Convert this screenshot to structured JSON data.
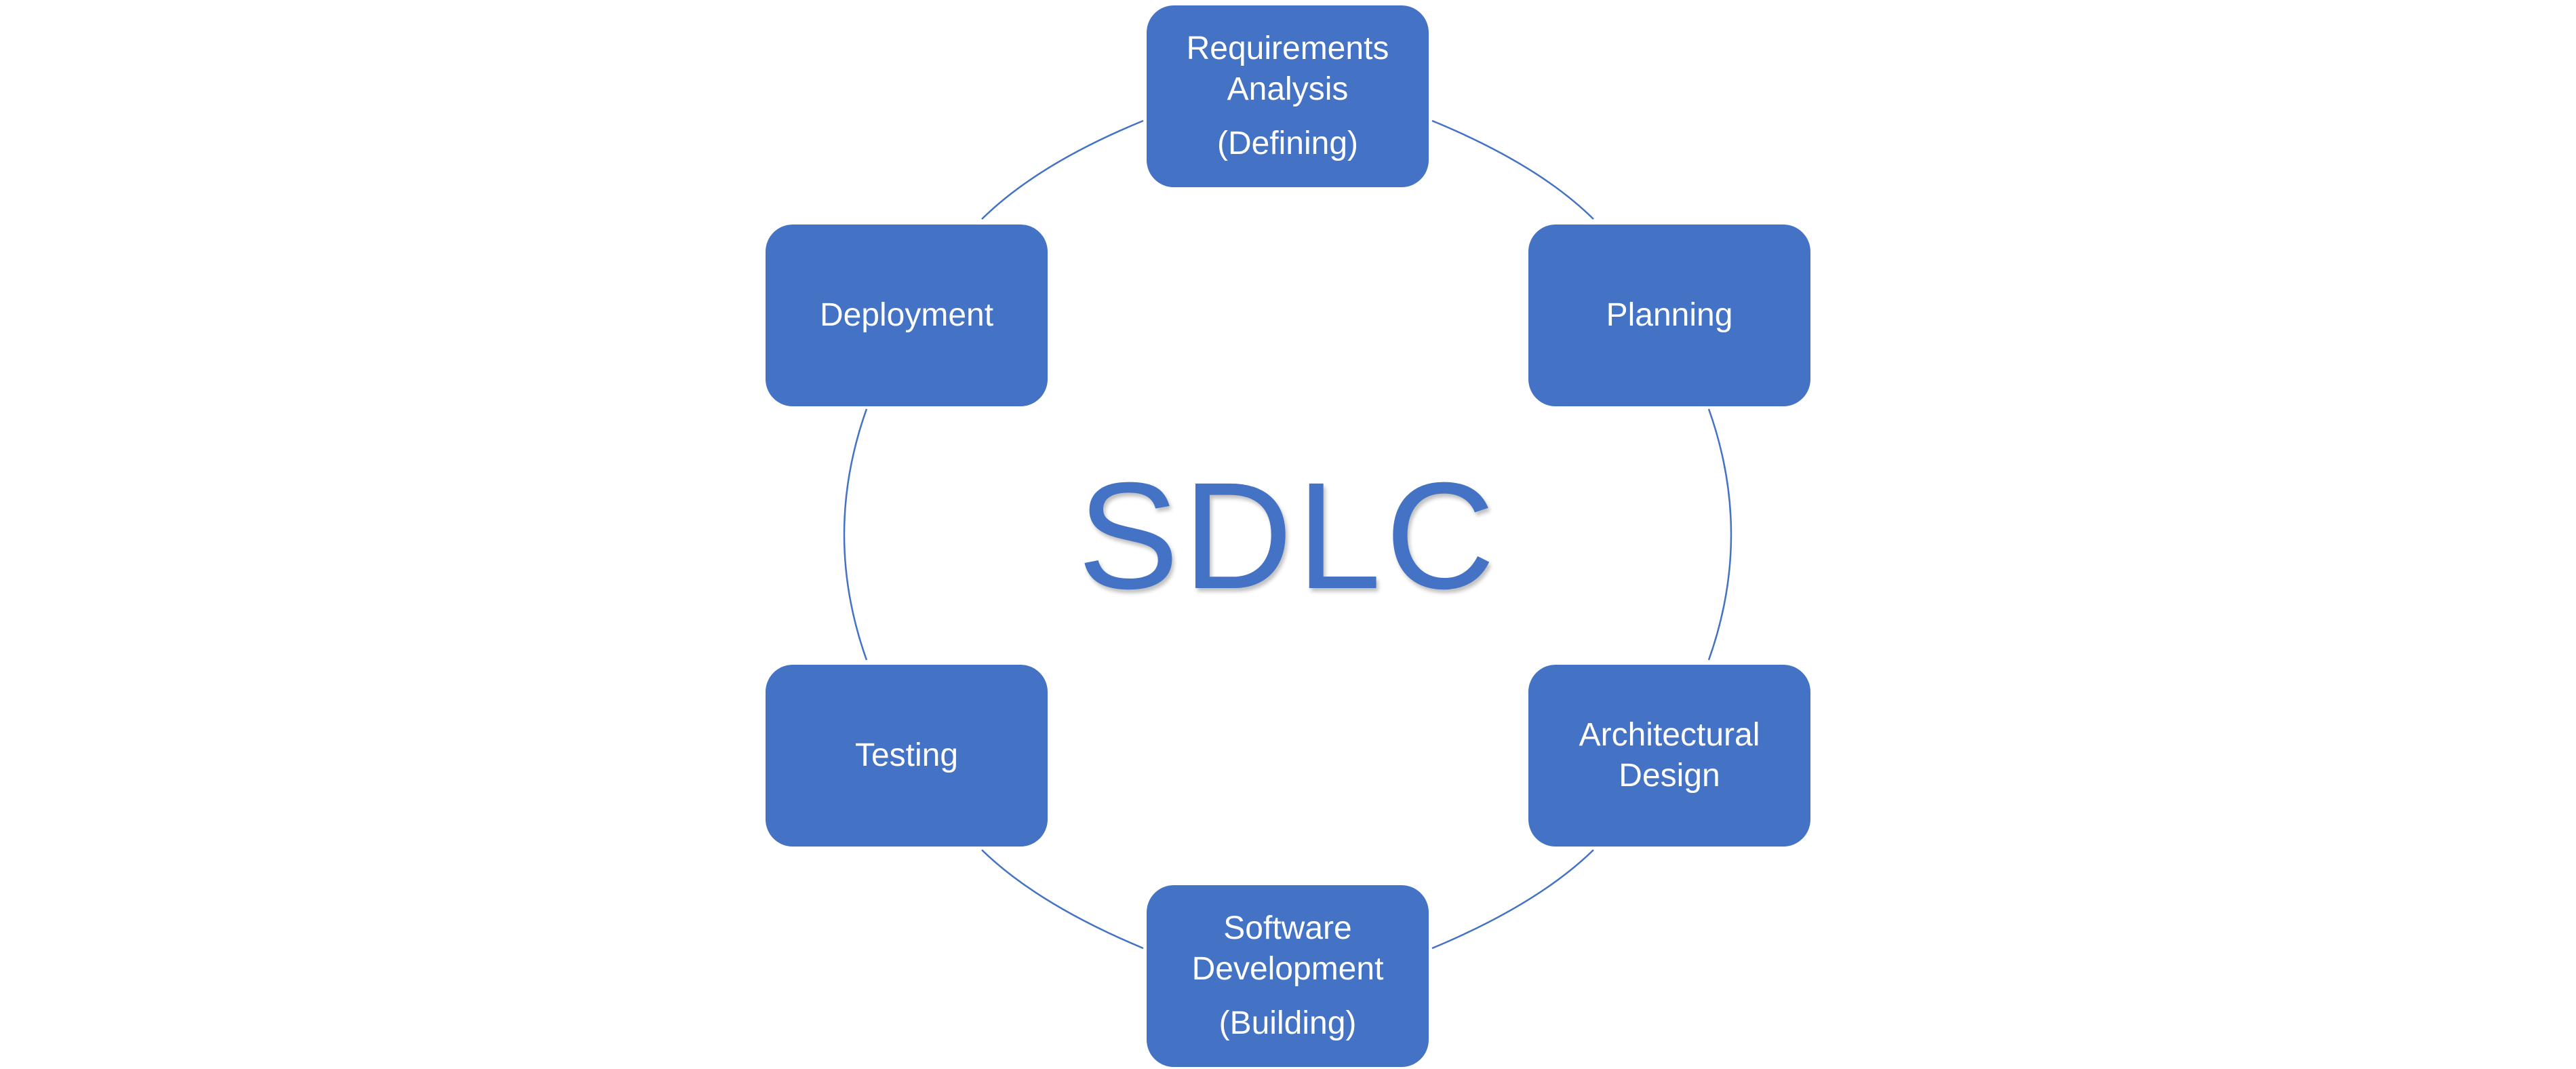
{
  "center_title": "SDLC",
  "colors": {
    "box_fill": "#4472c4",
    "box_text": "#ffffff",
    "ring_line": "#4472c4",
    "title": "#4472c4"
  },
  "stages": [
    {
      "line1": "Requirements",
      "line2": "Analysis",
      "sub": "(Defining)"
    },
    {
      "line1": "Planning"
    },
    {
      "line1": "Architectural",
      "line2": "Design"
    },
    {
      "line1": "Software",
      "line2": "Development",
      "sub": "(Building)"
    },
    {
      "line1": "Testing"
    },
    {
      "line1": "Deployment"
    }
  ]
}
